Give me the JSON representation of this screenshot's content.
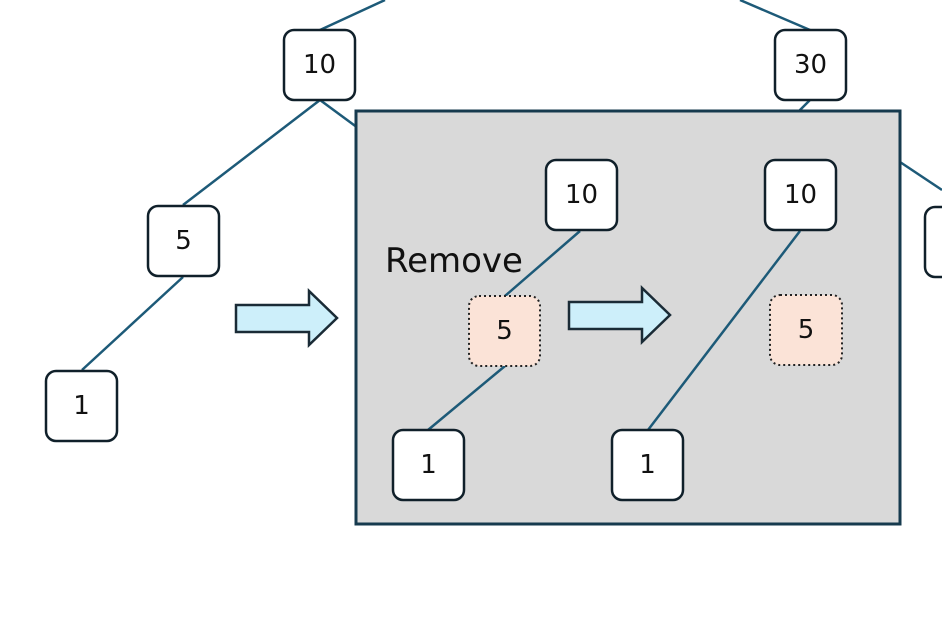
{
  "main_tree": {
    "node_10": "10",
    "node_30": "30",
    "node_5": "5",
    "node_1": "1"
  },
  "panel": {
    "label": "Remove",
    "before": {
      "node_10": "10",
      "node_5": "5",
      "node_1": "1"
    },
    "after": {
      "node_10": "10",
      "node_5": "5",
      "node_1": "1"
    }
  },
  "colors": {
    "edge": "#1d5a78",
    "arrow_fill": "#cdeffa",
    "removed_node_fill": "#fbe3d7",
    "panel_fill": "#d9d9d9"
  }
}
